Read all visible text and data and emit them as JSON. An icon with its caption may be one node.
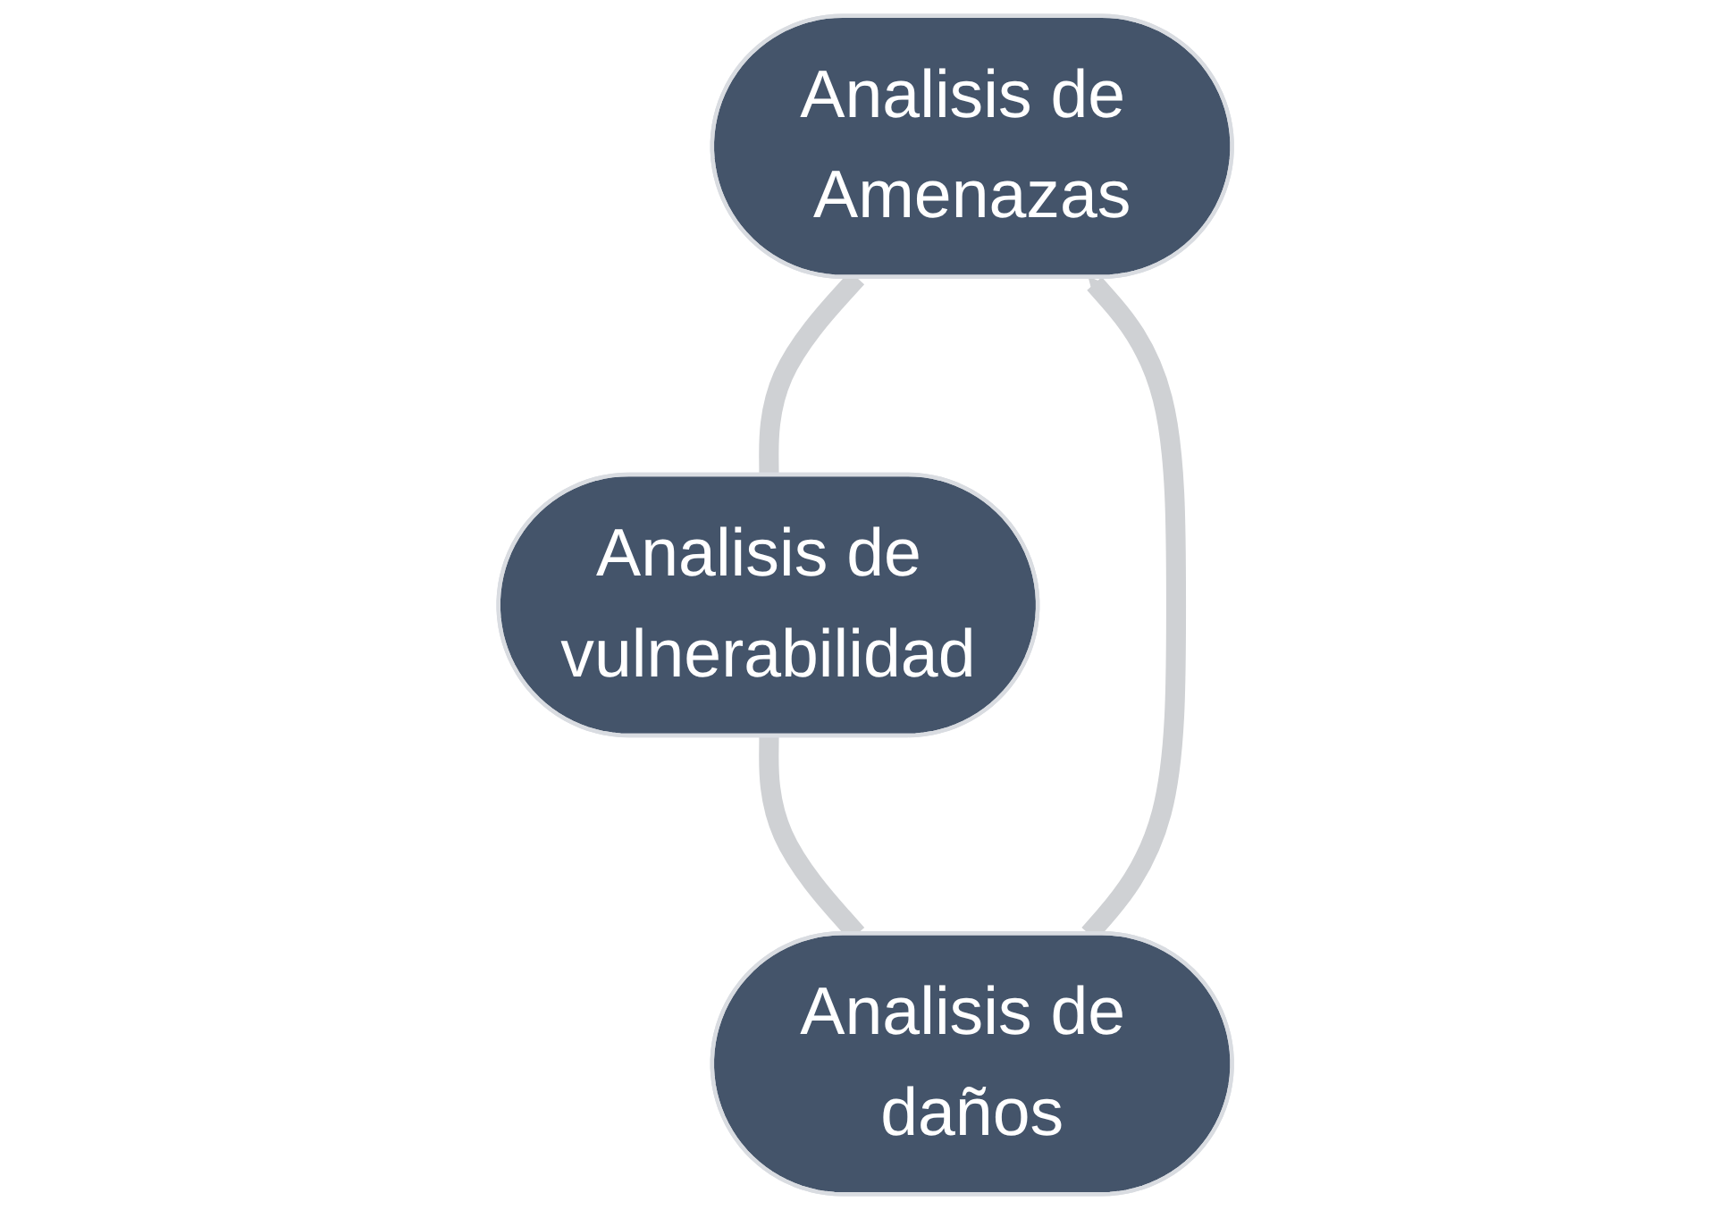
{
  "diagram": {
    "nodes": [
      {
        "text": [
          "Analisis de Amenazas"
        ]
      },
      {
        "text": [
          "Analisis de daños"
        ]
      },
      {
        "text": [
          "Analisis de vulnerabilidad"
        ]
      }
    ],
    "edges": [
      {
        "from": 0,
        "to": 2,
        "arrow": "none"
      },
      {
        "from": 2,
        "to": 1,
        "arrow": "none"
      },
      {
        "from": 1,
        "to": 0,
        "arrow": "to"
      }
    ]
  }
}
